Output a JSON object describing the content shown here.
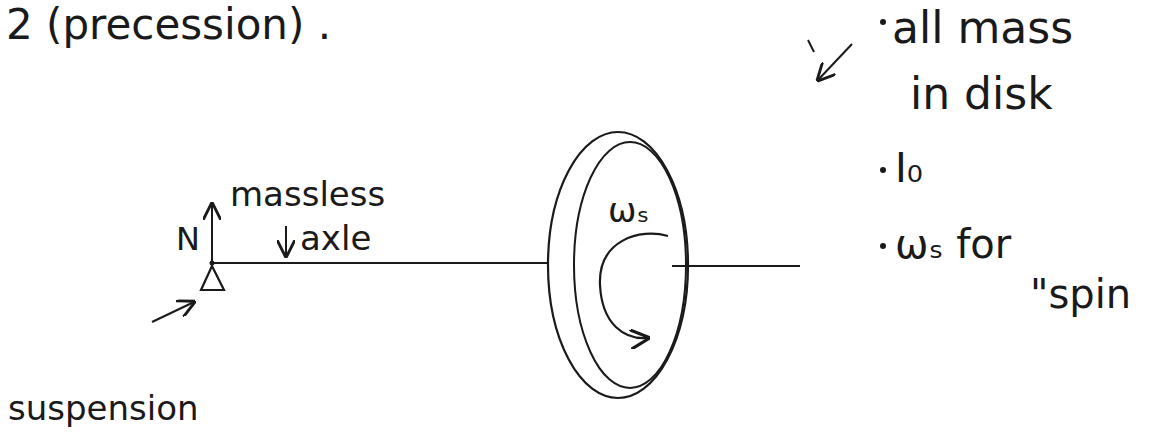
{
  "diagram": {
    "title": "2 (precession) .",
    "nodes": [
      {
        "text": [
          "ωₛ"
        ]
      }
    ],
    "labels": [
      "N",
      "massless",
      "axle",
      "suspension",
      "all mass",
      "in disk",
      "I₀",
      "ωₛ for",
      "\"spin"
    ]
  }
}
